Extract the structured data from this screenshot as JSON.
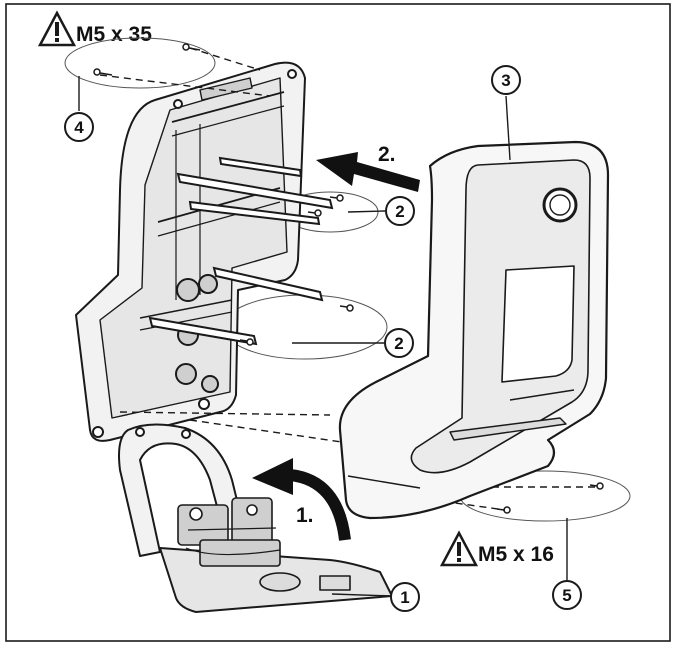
{
  "warnings": [
    {
      "id": "top",
      "text": "M5 x 35"
    },
    {
      "id": "bottom",
      "text": "M5 x 16"
    }
  ],
  "steps": [
    {
      "id": "step1",
      "text": "1."
    },
    {
      "id": "step2",
      "text": "2."
    }
  ],
  "callouts": [
    {
      "id": "c1",
      "text": "1"
    },
    {
      "id": "c2a",
      "text": "2"
    },
    {
      "id": "c2b",
      "text": "2"
    },
    {
      "id": "c3",
      "text": "3"
    },
    {
      "id": "c4",
      "text": "4"
    },
    {
      "id": "c5",
      "text": "5"
    }
  ],
  "icons": {
    "warning": "warning-triangle-icon",
    "arrow_rotate": "curved-arrow-icon",
    "arrow_straight": "straight-arrow-icon"
  },
  "colors": {
    "line": "#1a1a1a",
    "fill_light": "#f2f2f2",
    "fill_mid": "#dcdcdc",
    "background": "#ffffff"
  }
}
